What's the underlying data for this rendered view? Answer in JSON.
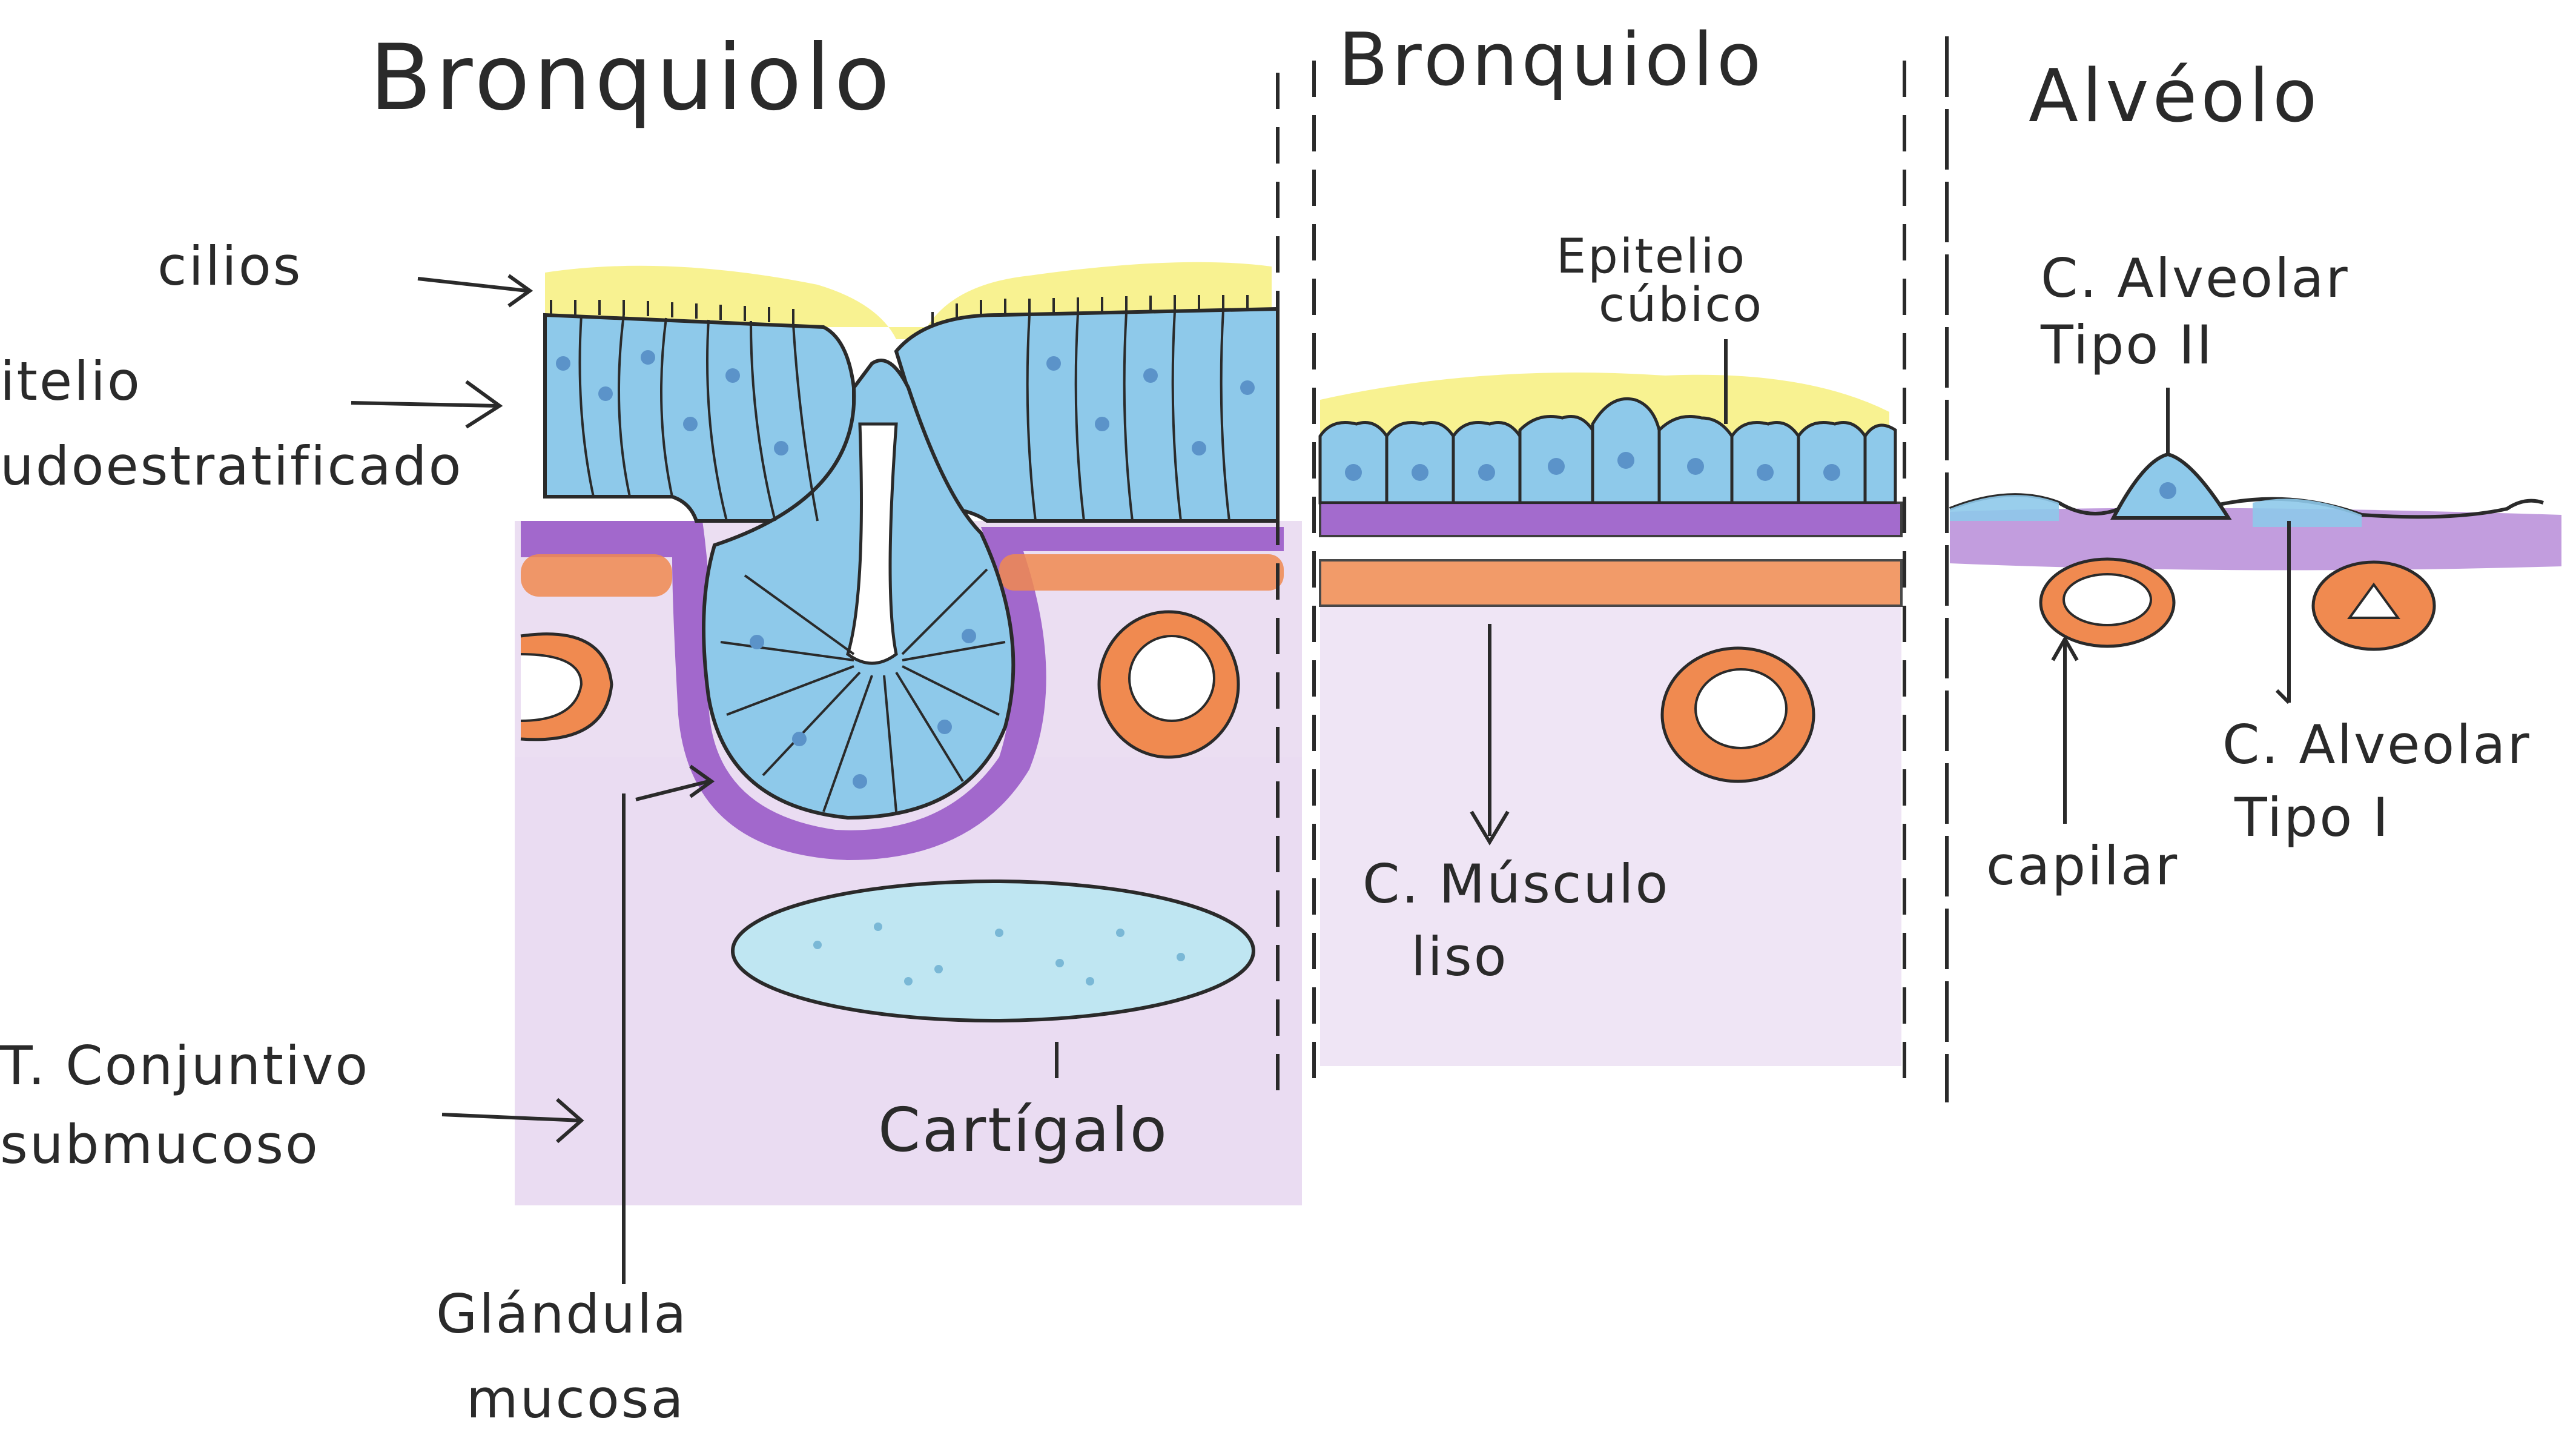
{
  "sections": {
    "bronquiolo_1": "Bronquiolo",
    "bronquiolo_2": "Bronquiolo",
    "alveolo": "Alvéolo"
  },
  "labels": {
    "cilios": "cilios",
    "epitelio_pseudo_1": "itelio",
    "epitelio_pseudo_2": "udoestratificado",
    "t_conjuntivo_1": "T. Conjuntivo",
    "t_conjuntivo_2": "submucoso",
    "glandula_1": "Glándula",
    "glandula_2": "mucosa",
    "cartilago": "Cartígalo",
    "epitelio_cubico_1": "Epitelio",
    "epitelio_cubico_2": "cúbico",
    "musculo_1": "C. Músculo",
    "musculo_2": "liso",
    "alveolar_2_1": "C. Alveolar",
    "alveolar_2_2": "Tipo II",
    "alveolar_1_1": "C. Alveolar",
    "alveolar_1_2": "Tipo I",
    "capilar": "capilar"
  },
  "colors": {
    "cilia": "#f6ef7a",
    "epithelium": "#8ec9ea",
    "nucleus": "#5b93c9",
    "basement": "#9a5bc8",
    "muscle": "#f08a50",
    "connective": "#e4d4ee",
    "cartilage": "#bfe6f2",
    "vessel_ring": "#f0893f",
    "ink": "#2a2a2a"
  }
}
